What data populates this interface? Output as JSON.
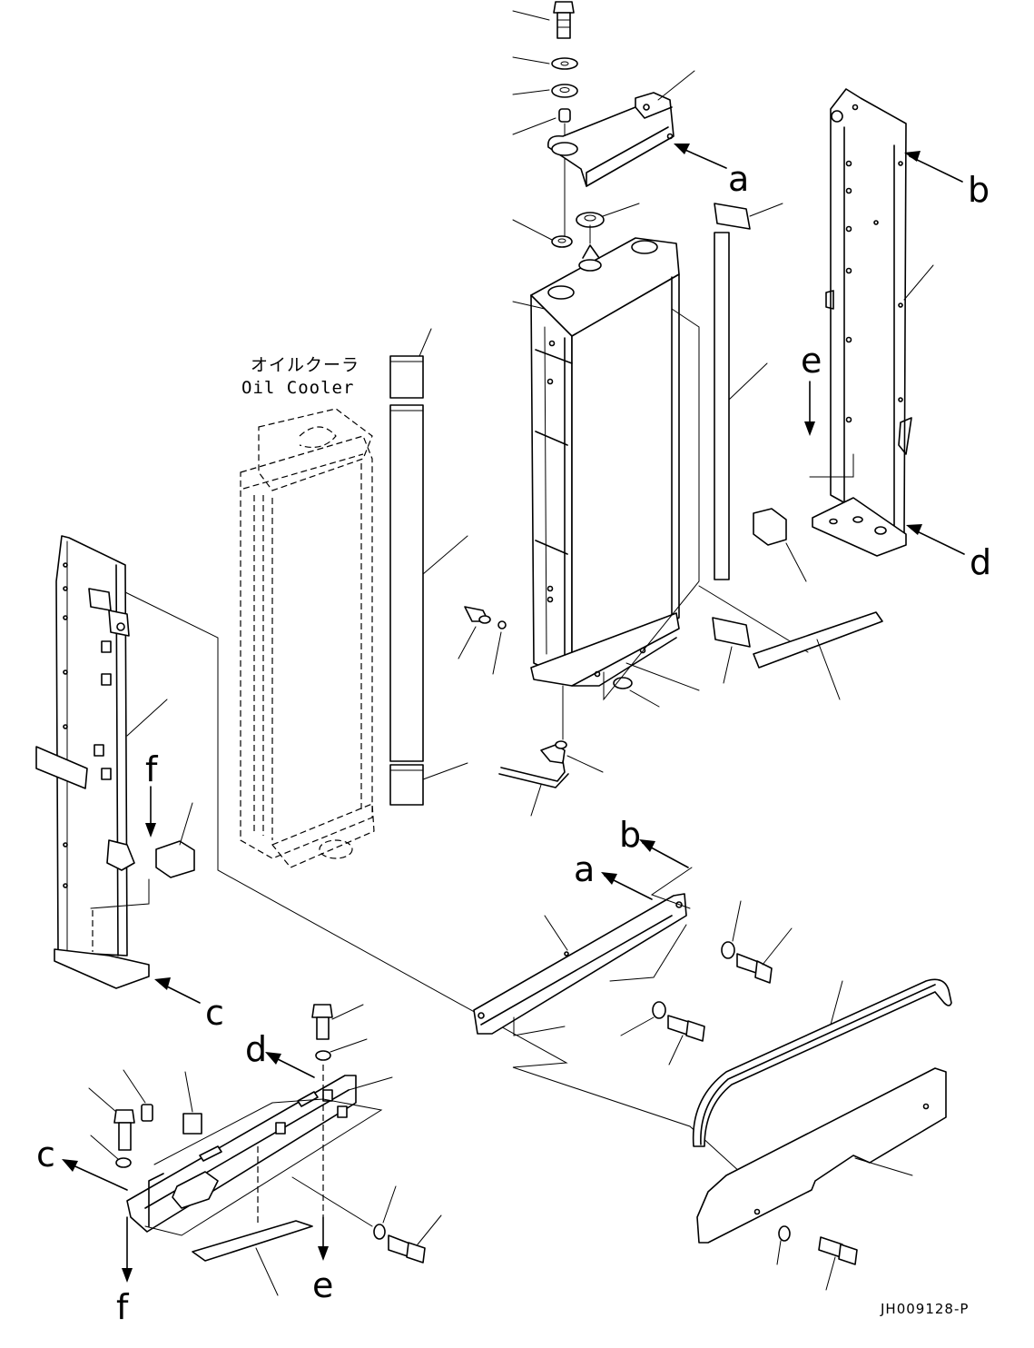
{
  "component_label": {
    "japanese": "オイルクーラ",
    "english": "Oil Cooler"
  },
  "reference_letters": {
    "a_top": "a",
    "b_top": "b",
    "d_right": "d",
    "e_top": "e",
    "f_left": "f",
    "c_left": "c",
    "b_bottom": "b",
    "a_bottom": "a",
    "d_bottom": "d",
    "c_bottom": "c",
    "f_bottom": "f",
    "e_bottom": "e"
  },
  "drawing_code": "JH009128-P"
}
